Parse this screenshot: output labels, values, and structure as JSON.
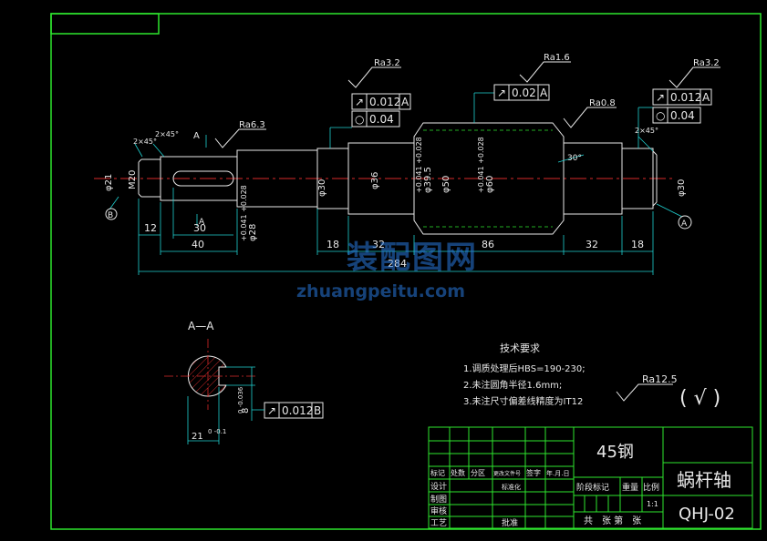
{
  "title_block": {
    "material": "45钢",
    "part_name": "蜗杆轴",
    "drawing_no": "QHJ-02",
    "scale": "1:1",
    "scale_label": "比例",
    "weight_label": "重量",
    "stage_label": "阶段标记",
    "sheets_label": "共　张 第　张",
    "row_labels": [
      "标记",
      "处数",
      "分区",
      "更改文件号",
      "签字",
      "年.月.日"
    ],
    "design": "设计",
    "standard": "标准化",
    "drafting": "制图",
    "review": "审核",
    "process": "工艺",
    "approve": "批准"
  },
  "tech_requirements": {
    "heading": "技术要求",
    "items": [
      "1.调质处理后HBS=190-230;",
      "2.未注圆角半径1.6mm;",
      "3.未注尺寸偏差线精度为IT12"
    ]
  },
  "general_roughness": "Ra12.5",
  "general_symbol": "( √ )",
  "roughness": [
    "Ra3.2",
    "Ra1.6",
    "Ra3.2",
    "Ra6.3",
    "Ra0.8"
  ],
  "tolerance_frames": [
    {
      "symbol": "↗",
      "value": "0.012",
      "datum": "A"
    },
    {
      "symbol": "○",
      "value": "0.04",
      "datum": ""
    },
    {
      "symbol": "↗",
      "value": "0.02",
      "datum": "A"
    },
    {
      "symbol": "↗",
      "value": "0.012",
      "datum": "A"
    },
    {
      "symbol": "○",
      "value": "0.04",
      "datum": ""
    },
    {
      "symbol": "↗",
      "value": "0.012",
      "datum": "B"
    }
  ],
  "dimensions": {
    "total": "284",
    "d12": "12",
    "d30": "30",
    "d40": "40",
    "d18a": "18",
    "d32a": "32",
    "d86": "86",
    "d32b": "32",
    "d18b": "18",
    "chamfer_l1": "2×45°",
    "chamfer_l2": "2×45°",
    "chamfer_r": "2×45°",
    "angle": "30°",
    "m20": "M20",
    "phi36": "φ36",
    "phi28": "φ28",
    "phi28_tol": "+0.041 +0.028",
    "phi30a": "φ30",
    "phi30b": "φ30",
    "phi39": "φ39.5",
    "phi39_tol": "+0.041 +0.028",
    "phi50": "φ50",
    "phi60": "φ60",
    "phi60_tol": "+0.041 +0.028",
    "phi21": "φ21",
    "sec_width": "8",
    "sec_width_tol": "0 -0.036",
    "sec_depth": "21",
    "sec_depth_tol": "0 -0.1"
  },
  "section_label": "A—A",
  "marks": {
    "a": "A",
    "b": "B"
  },
  "watermark": {
    "cn": "装配图网",
    "url": "zhuangpeitu.com"
  }
}
